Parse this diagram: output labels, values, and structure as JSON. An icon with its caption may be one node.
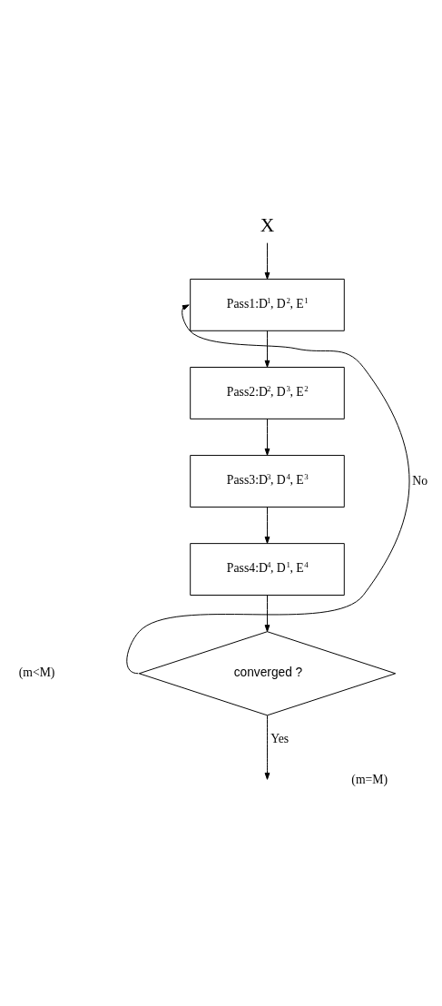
{
  "diagram": {
    "nodes": [
      {
        "text": [
          "X"
        ]
      },
      {
        "text": [
          "Pass1:D$^{1}$, D$^{2}$, E$^{1}$"
        ]
      },
      {
        "text": [
          "Pass2:D$^{2}$, D$^{3}$, E$^{2}$"
        ]
      },
      {
        "text": [
          "Pass3:D$^{3}$, D$^{4}$, E$^{3}$"
        ]
      },
      {
        "text": [
          "Pass4:D$^{4}$, D$^{1}$, E$^{4}$"
        ]
      },
      {
        "text": [
          "converged ?"
        ]
      }
    ],
    "edges": [
      {
        "from": 0,
        "to": 1,
        "arrow": "to"
      },
      {
        "from": 1,
        "to": 2,
        "arrow": "to"
      },
      {
        "from": 2,
        "to": 3,
        "arrow": "to"
      },
      {
        "from": 3,
        "to": 4,
        "arrow": "to"
      },
      {
        "from": 4,
        "to": 5,
        "arrow": "to"
      },
      {
        "from": 5,
        "to": 1,
        "arrow": "to",
        "label": "No"
      },
      {
        "from": 5,
        "to": null,
        "arrow": "to",
        "label": "Yes"
      }
    ],
    "labels": [
      "(m<M)",
      "(m=M)"
    ]
  }
}
